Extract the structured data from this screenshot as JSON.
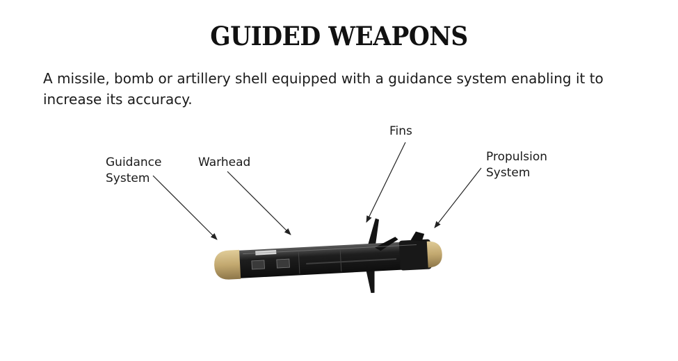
{
  "title": "GUIDED WEAPONS",
  "description": "A missile, bomb or artillery shell equipped with a guidance system enabling it to increase its accuracy.",
  "labels": {
    "guidance_line1": "Guidance",
    "guidance_line2": "System",
    "warhead": "Warhead",
    "fins": "Fins",
    "propulsion_line1": "Propulsion",
    "propulsion_line2": "System"
  },
  "colors": {
    "missile_body": "#1c1c1c",
    "missile_tip": "#c7b07a",
    "arrow": "#222222"
  }
}
